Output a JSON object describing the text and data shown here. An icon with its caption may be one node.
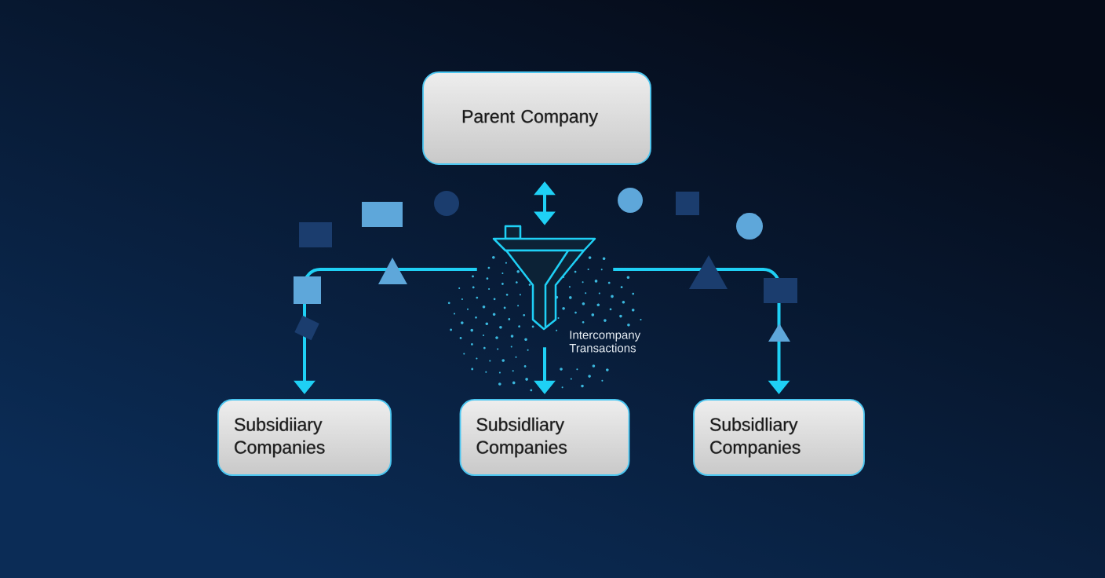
{
  "diagram": {
    "nodes": [
      {
        "text": [
          "Parent Company"
        ]
      },
      {
        "text": [],
        "shape": "funnel",
        "beside": [
          "Intercompany Transactions"
        ]
      },
      {
        "text": [
          "Subsidiiary Companies"
        ]
      },
      {
        "text": [
          "Subsidliary Companies"
        ]
      },
      {
        "text": [
          "Subsidliary Companies"
        ]
      }
    ],
    "edges": [
      {
        "from": 0,
        "to": 1,
        "arrow": "both"
      },
      {
        "from": 1,
        "to": 2,
        "arrow": "to"
      },
      {
        "from": 1,
        "to": 3,
        "arrow": "to"
      },
      {
        "from": 1,
        "to": 4,
        "arrow": "to"
      }
    ]
  }
}
